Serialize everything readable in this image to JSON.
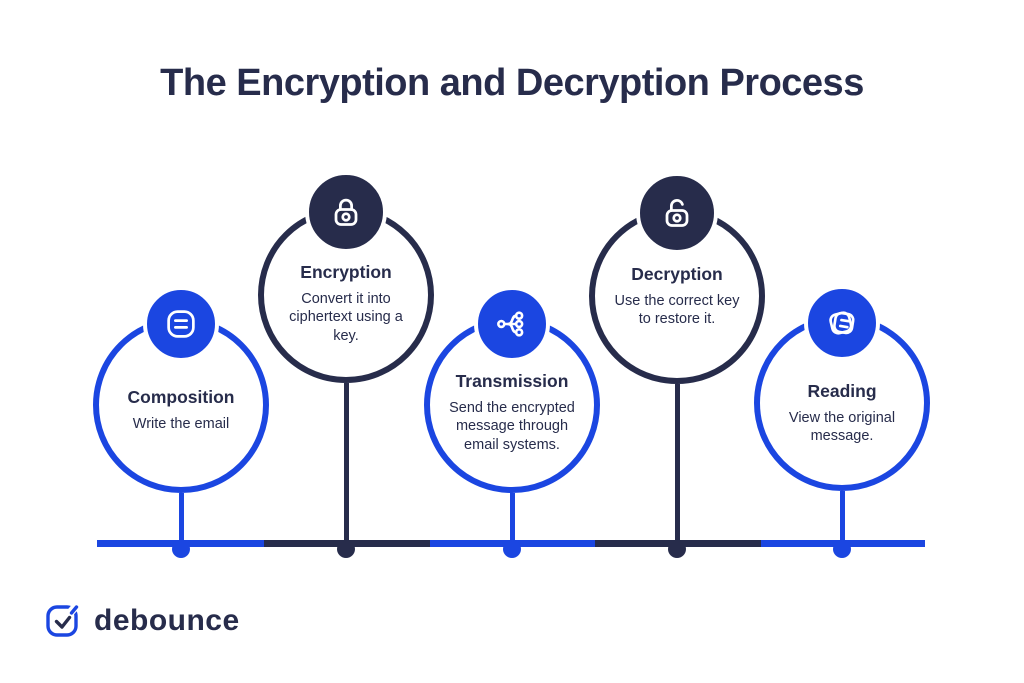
{
  "title": "The Encryption and Decryption Process",
  "colors": {
    "blue": "#1b46e1",
    "dark": "#272c4b",
    "background": "#ffffff"
  },
  "steps": [
    {
      "name": "Composition",
      "description": "Write the email",
      "icon": "note-compose-icon",
      "theme": "blue"
    },
    {
      "name": "Encryption",
      "description": "Convert it into ciphertext using a key.",
      "icon": "lock-closed-icon",
      "theme": "dark"
    },
    {
      "name": "Transmission",
      "description": "Send the encrypted message through email systems.",
      "icon": "network-share-icon",
      "theme": "blue"
    },
    {
      "name": "Decryption",
      "description": "Use the correct key to restore it.",
      "icon": "lock-open-icon",
      "theme": "dark"
    },
    {
      "name": "Reading",
      "description": "View the original message.",
      "icon": "notes-stack-icon",
      "theme": "blue"
    }
  ],
  "footer": {
    "brand": "debounce"
  }
}
